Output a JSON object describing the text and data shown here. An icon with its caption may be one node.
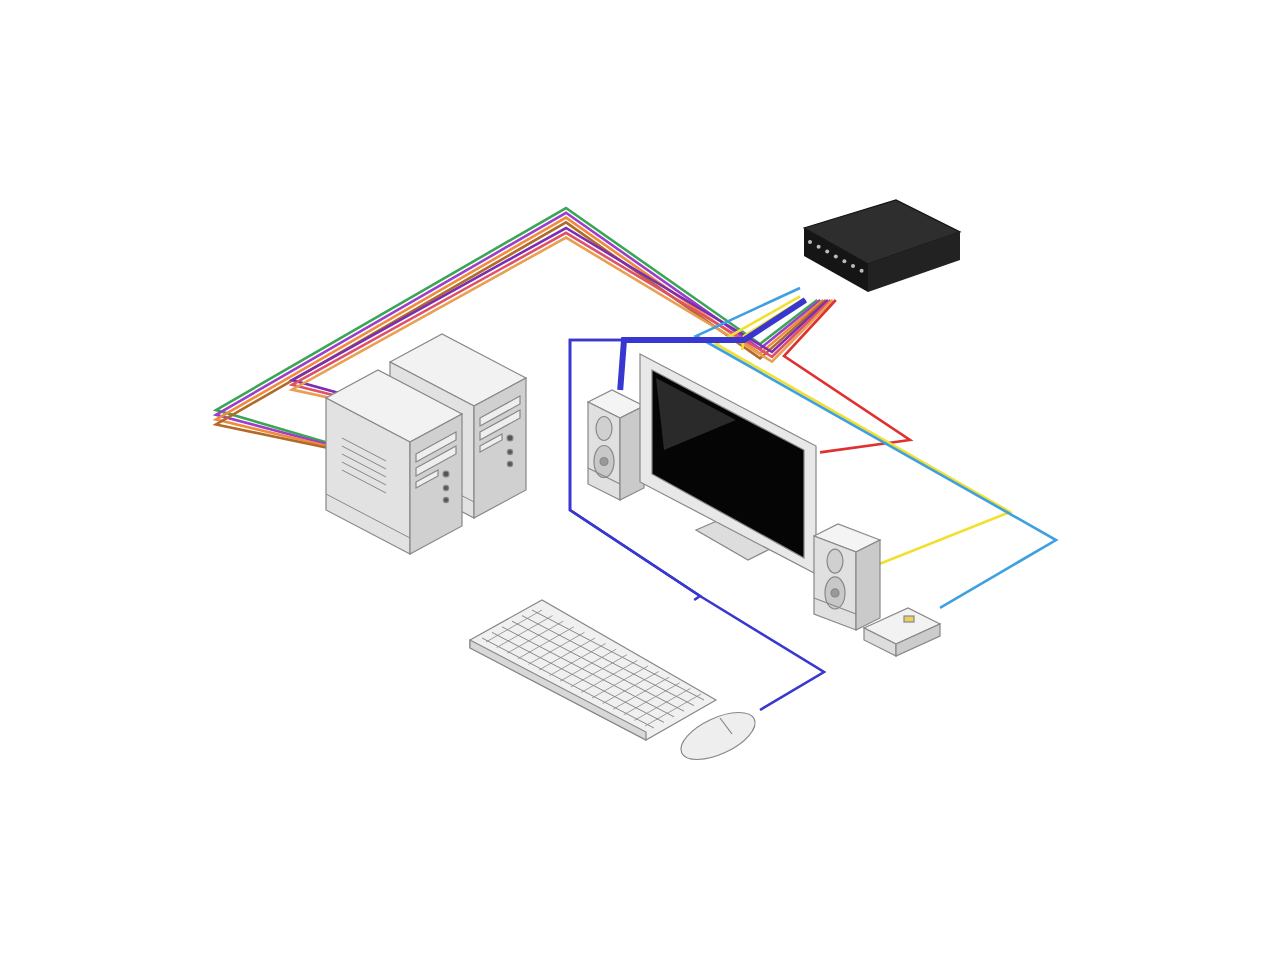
{
  "diagram": {
    "nodes": [
      {
        "text": [],
        "shape": "picture"
      },
      {
        "text": [],
        "shape": "picture"
      },
      {
        "text": [],
        "shape": "picture"
      },
      {
        "text": [],
        "shape": "picture"
      },
      {
        "text": [],
        "shape": "picture"
      },
      {
        "text": [],
        "shape": "picture"
      },
      {
        "text": [],
        "shape": "picture"
      },
      {
        "text": [],
        "shape": "picture"
      },
      {
        "text": [],
        "shape": "picture"
      }
    ],
    "edges": [
      {
        "from": 0,
        "to": 2,
        "arrow": "none",
        "color": "#3aa655"
      },
      {
        "from": 0,
        "to": 2,
        "arrow": "none",
        "color": "#9b3fc9"
      },
      {
        "from": 0,
        "to": 2,
        "arrow": "none",
        "color": "#f08a3c"
      },
      {
        "from": 0,
        "to": 2,
        "arrow": "none",
        "color": "#b06a2a"
      },
      {
        "from": 0,
        "to": 1,
        "arrow": "none",
        "color": "#7a2fb0"
      },
      {
        "from": 0,
        "to": 1,
        "arrow": "none",
        "color": "#e0506a"
      },
      {
        "from": 0,
        "to": 1,
        "arrow": "none",
        "color": "#e8a050"
      },
      {
        "from": 0,
        "to": 4,
        "arrow": "none",
        "color": "#e03030"
      },
      {
        "from": 0,
        "to": 4,
        "arrow": "none",
        "color": "#f2e030"
      },
      {
        "from": 0,
        "to": 5,
        "arrow": "none",
        "color": "#f2e030"
      },
      {
        "from": 0,
        "to": 6,
        "arrow": "none",
        "color": "#3fa0e0"
      },
      {
        "from": 0,
        "to": 3,
        "arrow": "none",
        "style": "thick",
        "color": "#3838d0"
      },
      {
        "from": 0,
        "to": 7,
        "arrow": "none",
        "color": "#3838d0"
      },
      {
        "from": 0,
        "to": 8,
        "arrow": "none",
        "color": "#3838d0"
      }
    ]
  }
}
